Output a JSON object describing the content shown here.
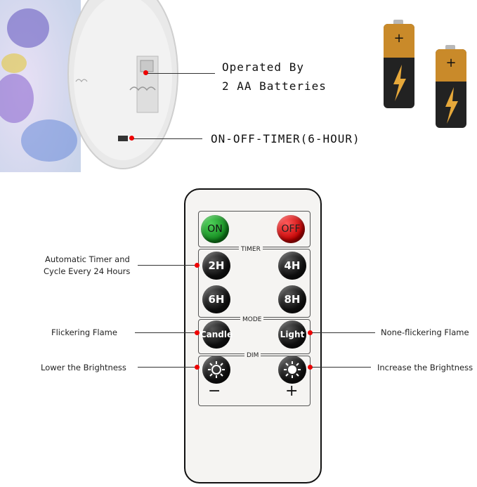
{
  "callouts": {
    "batteries_line1": "Operated By",
    "batteries_line2": "2 AA Batteries",
    "switch": "ON-OFF-TIMER(6-HOUR)"
  },
  "remote": {
    "on_label": "ON",
    "off_label": "OFF",
    "timer_title": "TIMER",
    "timer_2h": "2H",
    "timer_4h": "4H",
    "timer_6h": "6H",
    "timer_8h": "8H",
    "mode_title": "MODE",
    "candle_label": "Candle",
    "light_label": "Light",
    "dim_title": "DIM",
    "minus_label": "−",
    "plus_label": "+"
  },
  "annotations": {
    "timer_line1": "Automatic Timer and",
    "timer_line2": "Cycle Every 24 Hours",
    "flicker": "Flickering Flame",
    "no_flicker": "None-flickering Flame",
    "lower": "Lower the Brightness",
    "increase": "Increase the Brightness"
  },
  "colors": {
    "on_button": "#1e9e2a",
    "off_button": "#e01010",
    "callout_dot": "#e00000",
    "battery_gold": "#c98a2a"
  }
}
